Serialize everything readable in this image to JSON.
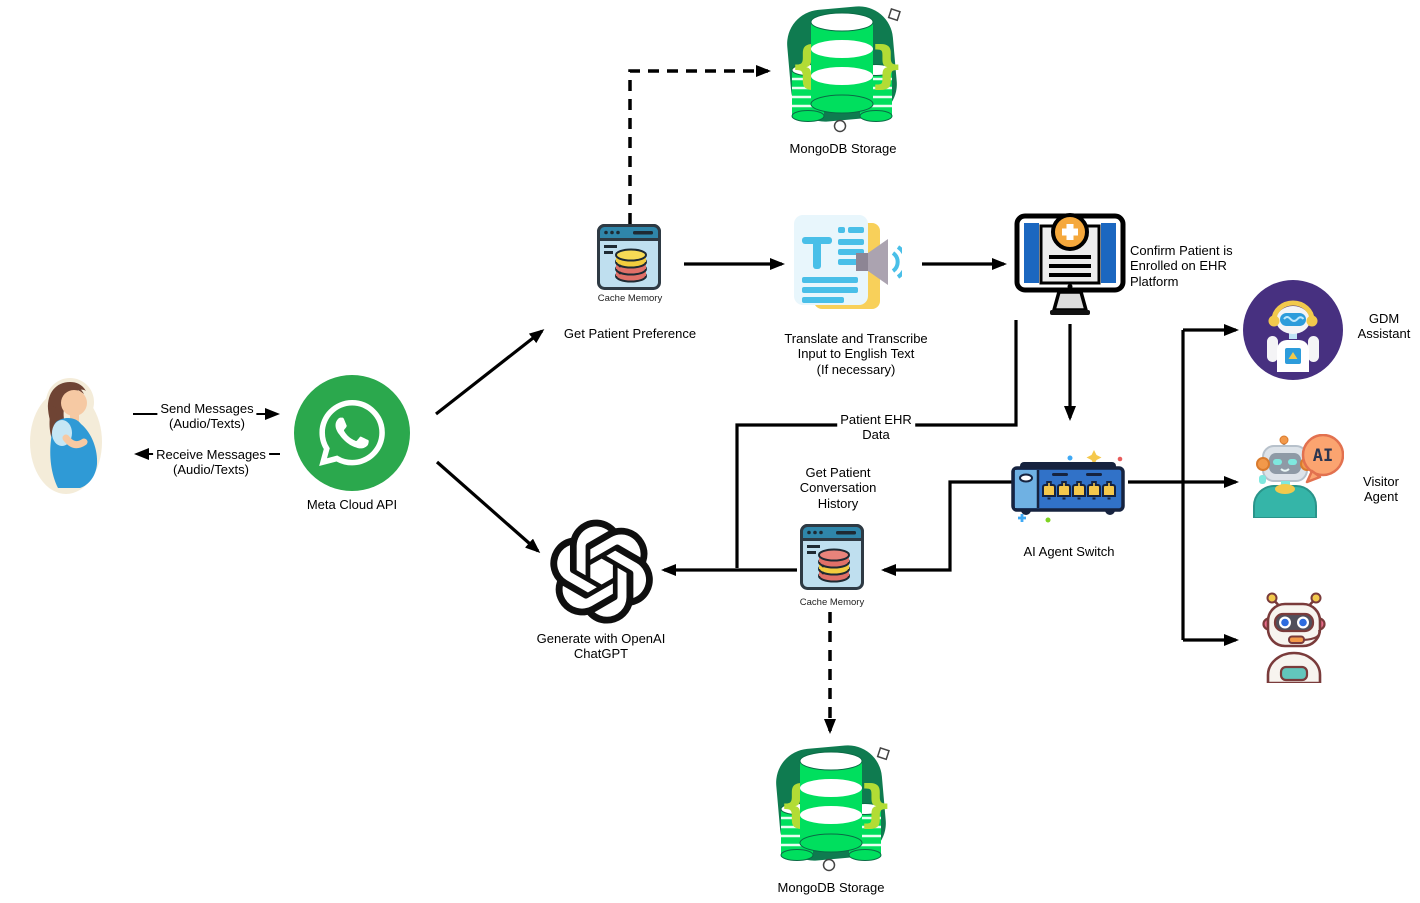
{
  "diagram": {
    "patient": {
      "description": "pregnant patient"
    },
    "meta_cloud_api": {
      "label": "Meta Cloud API"
    },
    "messaging": {
      "send": {
        "label": "Send Messages\n(Audio/Texts)"
      },
      "receive": {
        "label": "Receive Messages\n(Audio/Texts)"
      }
    },
    "mongodb_top": {
      "label": "MongoDB Storage"
    },
    "cache_memory_top": {
      "caption": "Cache Memory",
      "label": "Get Patient Preference"
    },
    "translate": {
      "label": "Translate and Transcribe\nInput to English Text\n(If necessary)"
    },
    "ehr": {
      "label": "Confirm Patient is\nEnrolled on EHR\nPlatform"
    },
    "patient_ehr_data": {
      "label": "Patient EHR\nData"
    },
    "ai_agent_switch": {
      "label": "AI Agent Switch"
    },
    "gdm_assistant": {
      "label": "GDM\nAssistant"
    },
    "visitor_agent": {
      "label": "Visitor\nAgent"
    },
    "cache_memory_bottom": {
      "caption": "Cache Memory",
      "label": "Get Patient\nConversation\nHistory"
    },
    "openai": {
      "label": "Generate with OpenAI\nChatGPT"
    },
    "mongodb_bottom": {
      "label": "MongoDB Storage"
    },
    "colors": {
      "whatsapp_green": "#2BA84D",
      "mongodb_blob": "#0F7B50",
      "mongodb_cylinder": "#00DF5E",
      "mongodb_braces": "#B2DC35",
      "cache_header_teal": "#2F86AA",
      "cache_body_blue": "#BFDFEF",
      "db_yellow": "#F2CC3E",
      "db_red": "#E07068",
      "ehr_blue": "#1B67C0",
      "ehr_cross_orange": "#F5A83C",
      "gdm_purple": "#473080",
      "switch_blue": "#3172C8",
      "switch_port_yellow": "#F5C84C",
      "visitor_teal": "#35B5A8",
      "bubble_orange": "#FBA470",
      "arrow_black": "#000000"
    }
  }
}
